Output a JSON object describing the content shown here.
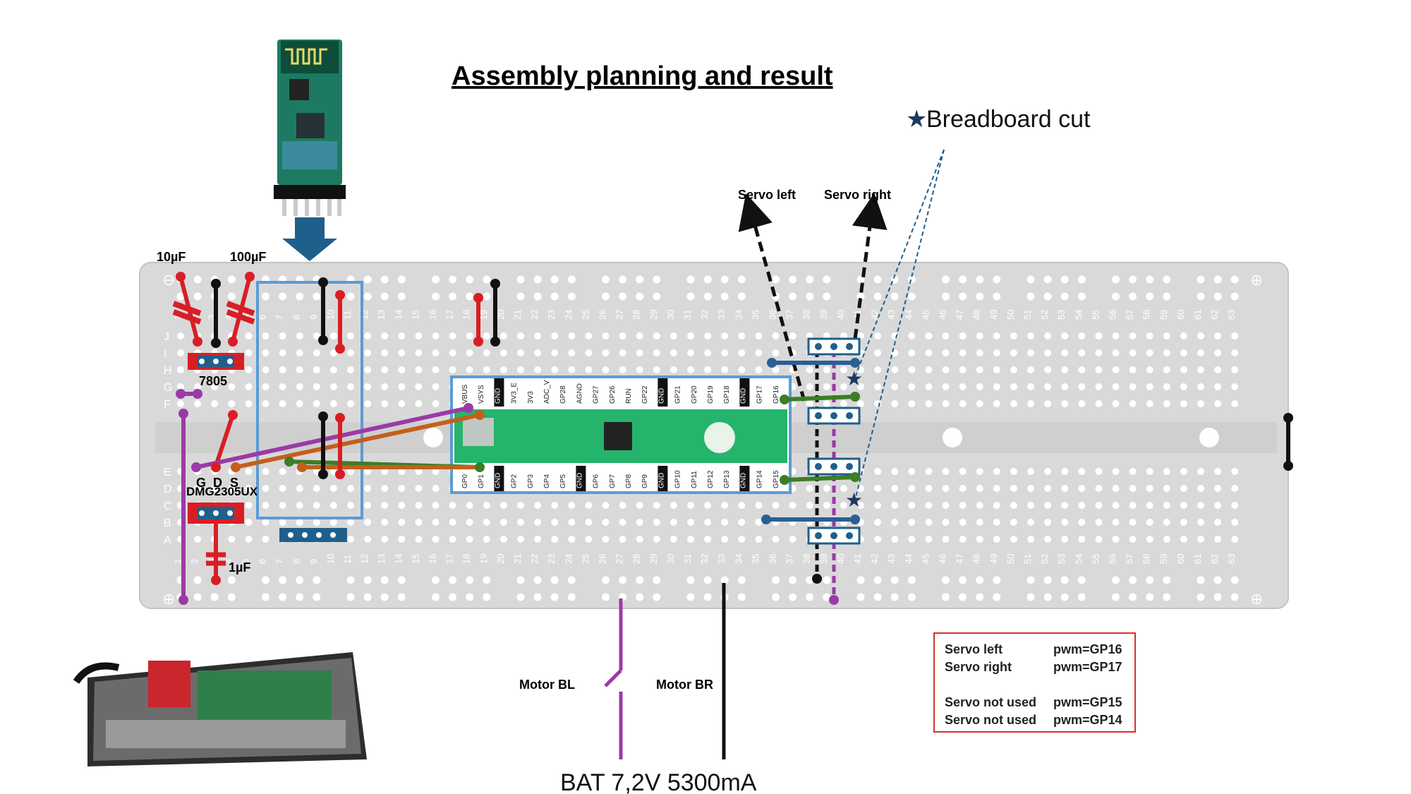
{
  "title": "Assembly planning and result",
  "breadboard_cut_label": "Breadboard cut",
  "labels": {
    "cap_10uF": "10µF",
    "cap_100uF": "100µF",
    "cap_1uF": "1µF",
    "regulator": "7805",
    "mosfet": "DMG2305UX",
    "gds": [
      "G",
      "D",
      "S"
    ],
    "servo_left": "Servo  left",
    "servo_right": "Servo right",
    "motor_bl": "Motor BL",
    "motor_br": "Motor BR",
    "battery": "BAT 7,2V 5300mA"
  },
  "breadboard": {
    "row_letters": [
      "A",
      "B",
      "C",
      "D",
      "E",
      "F",
      "G",
      "H",
      "I",
      "J"
    ],
    "column_count": 63
  },
  "pico": {
    "top_pins": [
      "VBUS",
      "VSYS",
      "GND",
      "3V3_E",
      "3V3",
      "ADC_V",
      "GP28",
      "AGND",
      "GP27",
      "GP26",
      "RUN",
      "GP22",
      "GND",
      "GP21",
      "GP20",
      "GP19",
      "GP18",
      "GND",
      "GP17",
      "GP16"
    ],
    "bottom_pins": [
      "GP0",
      "GP1",
      "GND",
      "GP2",
      "GP3",
      "GP4",
      "GP5",
      "GND",
      "GP6",
      "GP7",
      "GP8",
      "GP9",
      "GND",
      "GP10",
      "GP11",
      "GP12",
      "GP13",
      "GND",
      "GP14",
      "GP15"
    ]
  },
  "pwm_table": [
    {
      "name": "Servo left",
      "pwm": "pwm=GP16"
    },
    {
      "name": "Servo right",
      "pwm": "pwm=GP17"
    },
    {
      "name": "Servo not used",
      "pwm": "pwm=GP15"
    },
    {
      "name": "Servo not used",
      "pwm": "pwm=GP14"
    }
  ],
  "colors": {
    "red": "#d81e25",
    "black": "#111111",
    "purple": "#9b3aa6",
    "brown": "#c45f1c",
    "green": "#3d7d26",
    "blue_wire": "#2a5f93",
    "blue_outline": "#5b9bd5",
    "board": "#d9d9d9",
    "pico_green": "#25b46b",
    "servo_header": "#1f5f8b",
    "arrow": "#1f5f8b",
    "legend_border": "#d9302b"
  }
}
